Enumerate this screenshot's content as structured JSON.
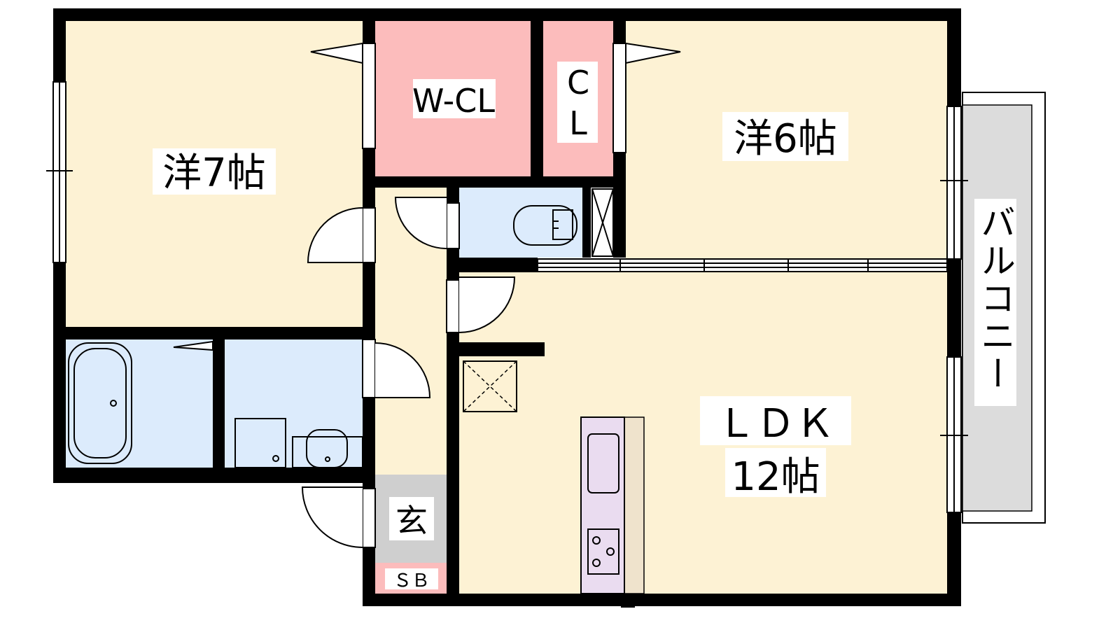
{
  "rooms": {
    "western_7": {
      "label": "洋7帖"
    },
    "western_6": {
      "label": "洋6帖"
    },
    "walk_in_closet": {
      "label": "W-CL"
    },
    "closet": {
      "label_line1": "C",
      "label_line2": "L"
    },
    "ldk": {
      "label_line1": "ＬＤＫ",
      "label_line2": "12帖"
    },
    "entrance": {
      "label": "玄"
    },
    "shoe_box": {
      "label": "ＳＢ"
    },
    "balcony": {
      "label": "バルコニー"
    }
  },
  "colors": {
    "wall": "#000000",
    "room_floor": "#fdf2d4",
    "closet_floor": "#fcbcbc",
    "wet_area_floor": "#dcebfc",
    "entrance_floor": "#cfcfcf",
    "balcony_floor": "#dcdcdc",
    "kitchen_counter": "#eadcf0",
    "kitchen_side": "#efe3cc"
  }
}
